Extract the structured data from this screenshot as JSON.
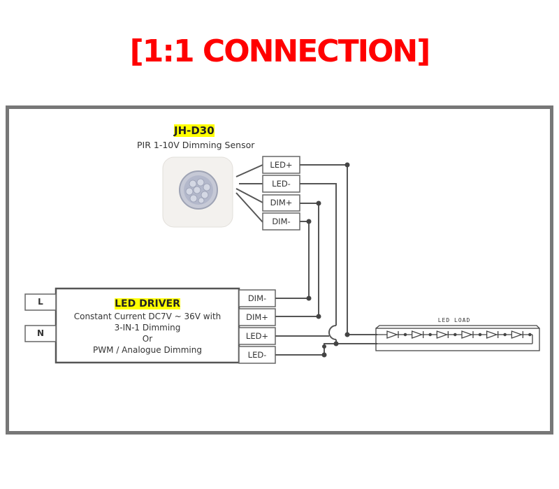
{
  "title": "[1:1 CONNECTION]",
  "colors": {
    "title": "#ff0000",
    "frame": "#777777",
    "wire": "#555555",
    "highlight": "#ffff00",
    "text": "#333333"
  },
  "sensor": {
    "model": "JH-D30",
    "description": "PIR 1-10V Dimming Sensor",
    "terminals": [
      "LED+",
      "LED-",
      "DIM+",
      "DIM-"
    ]
  },
  "driver": {
    "title": "LED DRIVER",
    "lines": [
      "Constant Current DC7V ~ 36V with",
      "3-IN-1 Dimming",
      "Or",
      "PWM / Analogue Dimming"
    ],
    "inputs": [
      "L",
      "N"
    ],
    "outputs": [
      "DIM-",
      "DIM+",
      "LED+",
      "LED-"
    ]
  },
  "load": {
    "label": "LED LOAD",
    "led_count": 6
  }
}
